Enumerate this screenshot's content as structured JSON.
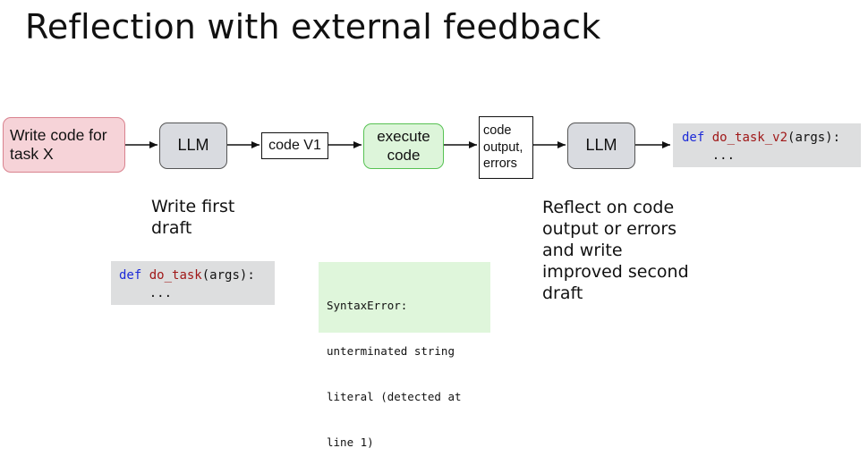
{
  "title": "Reflection with external feedback",
  "nodes": {
    "task": "Write code for task X",
    "llm1": "LLM",
    "code_v1": "code V1",
    "execute": "execute code",
    "output_lines": [
      "code",
      "output,",
      "errors"
    ],
    "llm2": "LLM"
  },
  "captions": {
    "first_draft": "Write first draft",
    "reflect": "Reflect on code output or errors and write improved second draft"
  },
  "code_v1_snippet": {
    "keyword": "def",
    "function": "do_task",
    "args": "(args):",
    "body": "    ..."
  },
  "code_v2_snippet": {
    "keyword": "def",
    "function": "do_task_v2",
    "args": "(args):",
    "body": "    ..."
  },
  "error_lines": [
    "SyntaxError:",
    "unterminated string",
    "literal (detected at",
    "line 1)"
  ],
  "colors": {
    "task_fill": "#f6d3d8",
    "task_border": "#d9828e",
    "llm_fill": "#d9dbe0",
    "execute_fill": "#ddf5da",
    "execute_border": "#57c253",
    "code_bg": "#dddedf",
    "error_bg": "#dff6db",
    "keyword": "#1d2bd8",
    "function_name": "#a01818"
  }
}
